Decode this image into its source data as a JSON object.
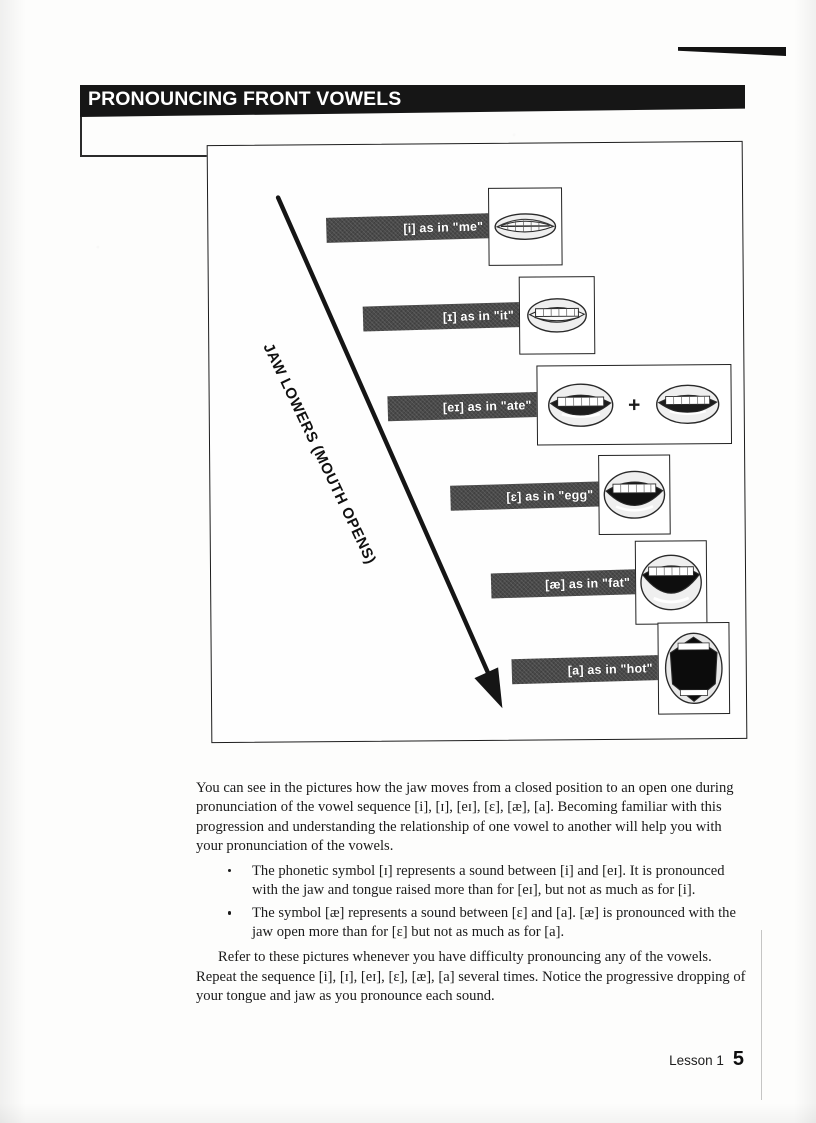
{
  "header": {
    "title": "PRONOUNCING FRONT VOWELS"
  },
  "figure": {
    "axis_label": "JAW LOWERS (MOUTH OPENS)",
    "plus_symbol": "+",
    "rows": [
      {
        "label": "[i] as in \"me\"",
        "symbol": "[i]",
        "word": "me",
        "openness": 1
      },
      {
        "label": "[ɪ] as in \"it\"",
        "symbol": "[ɪ]",
        "word": "it",
        "openness": 2
      },
      {
        "label": "[eɪ] as in \"ate\"",
        "symbol": "[eɪ]",
        "word": "ate",
        "openness": 3
      },
      {
        "label": "[ɛ] as in \"egg\"",
        "symbol": "[ɛ]",
        "word": "egg",
        "openness": 4
      },
      {
        "label": "[æ] as in \"fat\"",
        "symbol": "[æ]",
        "word": "fat",
        "openness": 5
      },
      {
        "label": "[a] as in \"hot\"",
        "symbol": "[a]",
        "word": "hot",
        "openness": 6
      }
    ]
  },
  "body": {
    "paragraph_1": "You can see in the pictures how the jaw moves from a closed position to an open one during pronunciation of the vowel sequence [i], [ɪ], [eɪ], [ɛ], [æ], [a]. Becoming familiar with this progression and understanding the relationship of one vowel to another will help you with your pronunciation of the vowels.",
    "bullets": [
      "The phonetic symbol [ɪ] represents a sound between [i] and [eɪ]. It is pronounced with the jaw and tongue raised more than for [eɪ], but not as much as for [i].",
      "The symbol [æ] represents a sound between [ɛ] and [a]. [æ] is pronounced with the jaw open more than for [ɛ] but not as much as for [a]."
    ],
    "paragraph_2": "Refer to these pictures whenever you have difficulty pronouncing any of the vowels. Repeat the sequence [i], [ɪ], [eɪ], [ɛ], [æ], [a] several times. Notice the progressive dropping of your tongue and jaw as you pronounce each sound."
  },
  "footer": {
    "lesson_label": "Lesson 1",
    "page_number": "5"
  },
  "colors": {
    "header_band": "#161616",
    "tag_background": "#4a4a4a",
    "ink": "#1b1b1b",
    "paper": "#fdfdfc"
  }
}
